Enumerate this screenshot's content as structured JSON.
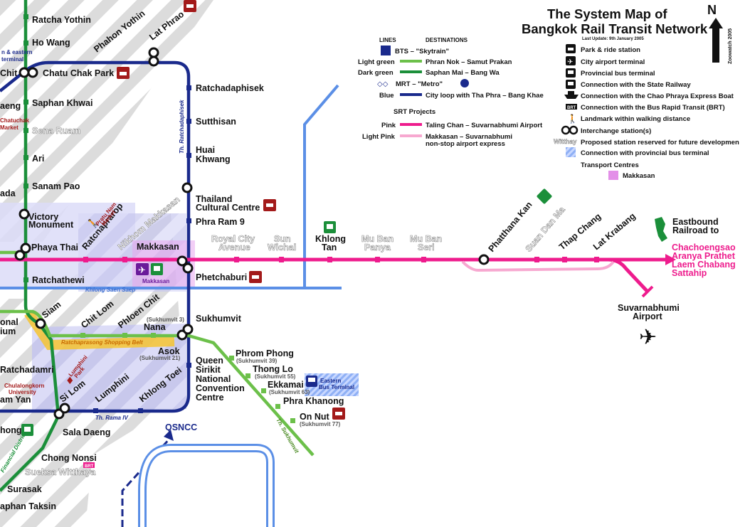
{
  "title": {
    "line1": "The System Map of",
    "line2": "Bangkok Rail Transit Network",
    "updated": "Last Update: 9th January 2005",
    "north": "N",
    "credit": "Zoowatch 2005"
  },
  "legend": {
    "lines_header": "LINES",
    "dest_header": "DESTINATIONS",
    "rows": [
      {
        "name": "BTS – \"Skytrain\"",
        "color": "",
        "dest": ""
      },
      {
        "name": "Light green",
        "color": "#6cc04a",
        "dest": "Phran Nok – Samut Prakan"
      },
      {
        "name": "Dark green",
        "color": "#1b8f3a",
        "dest": "Saphan Mai – Bang Wa"
      },
      {
        "name": "MRT – \"Metro\"",
        "color": "",
        "dest": ""
      },
      {
        "name": "Blue",
        "color": "#1a2a8c",
        "dest": "City loop with Tha Phra – Bang Khae"
      },
      {
        "name": "SRT Projects",
        "color": "",
        "dest": ""
      },
      {
        "name": "Pink",
        "color": "#ee1c8d",
        "dest": "Taling Chan – Suvarnabhumi Airport"
      },
      {
        "name": "Light Pink",
        "color": "#f7a8d0",
        "dest": "Makkasan – Suvarnabhumi"
      },
      {
        "name": "",
        "color": "",
        "dest": "non-stop airport express"
      }
    ],
    "symbols": [
      {
        "icon": "park-ride-icon",
        "label": "Park & ride station"
      },
      {
        "icon": "airplane-icon",
        "label": "City airport terminal"
      },
      {
        "icon": "bus-icon",
        "label": "Provincial bus terminal"
      },
      {
        "icon": "train-icon",
        "label": "Connection with the State Railway"
      },
      {
        "icon": "boat-icon",
        "label": "Connection with the Chao Phraya Express Boat"
      },
      {
        "icon": "brt-icon",
        "label": "Connection with the Bus Rapid Transit (BRT)"
      },
      {
        "icon": "walker-icon",
        "label": "Landmark within walking distance"
      },
      {
        "icon": "interchange-icon",
        "label": "Interchange station(s)"
      },
      {
        "icon": "future-icon",
        "label": "Proposed station reserved for future developmen"
      },
      {
        "icon": "provincial-icon",
        "label": "Connection with provincial bus terminal"
      },
      {
        "icon": "",
        "label": "Transport Centres"
      },
      {
        "icon": "makkasan-swatch",
        "label": "Makkasan"
      }
    ],
    "future_sample": "Witthay",
    "brt_badge": "BRT"
  },
  "colors": {
    "light_green": "#6cc04a",
    "dark_green": "#1b8f3a",
    "blue": "#1a2a8c",
    "pink": "#ee1c8d",
    "light_pink": "#f7a8d0",
    "khlong": "#5b8fe6",
    "red_icon": "#a31a1a"
  },
  "stations": {
    "ratcha_yothin": "Ratcha Yothin",
    "ho_wang": "Ho Wang",
    "phahon_yothin": "Phahon Yothin",
    "lat_phrao": "Lat Phrao",
    "chit": "Chit",
    "chatuchak": "Chatu Chak Park",
    "saphan_khwai": "Saphan Khwai",
    "sena_ruam": "Sena Ruam",
    "ari": "Ari",
    "sanam_pao": "Sanam Pao",
    "victory1": "Victory",
    "victory2": "Monument",
    "phaya_thai": "Phaya Thai",
    "ratchathewi": "Ratchathewi",
    "siam": "Siam",
    "chit_lom": "Chit Lom",
    "phloen_chit": "Phloen Chit",
    "nana": "Nana",
    "asok": "Asok",
    "ratchadamri": "Ratchadamri",
    "si_lom": "Si Lom",
    "lumphini": "Lumphini",
    "khlong_toei": "Khlong Toei",
    "sala_daeng": "Sala Daeng",
    "chong_nonsi": "Chong Nonsi",
    "sueksa": "Sueksa Witthaya",
    "surasak": "Surasak",
    "saphan_taksin": "aphan Taksin",
    "ratchadaphisek": "Ratchadaphisek",
    "sutthisan": "Sutthisan",
    "huai1": "Huai",
    "huai2": "Khwang",
    "thailand1": "Thailand",
    "thailand2": "Cultural Centre",
    "phra_ram9": "Phra Ram 9",
    "makkasan": "Makkasan",
    "phetchaburi": "Phetchaburi",
    "sukhumvit": "Sukhumvit",
    "queen1": "Queen",
    "queen2": "Sirikit",
    "queen3": "National",
    "queen4": "Convention",
    "queen5": "Centre",
    "ratcnaprarop": "Ratcnaprarop",
    "nikhom": "Nikhom Makkasan",
    "royal1": "Royal City",
    "royal2": "Avenue",
    "sun1": "Sun",
    "sun2": "Wichai",
    "khlong_tan1": "Khlong",
    "khlong_tan2": "Tan",
    "mu_ban1_1": "Mu Ban",
    "mu_ban1_2": "Panya",
    "mu_ban2_1": "Mu Ban",
    "mu_ban2_2": "Seri",
    "phatthana": "Phatthana Kan",
    "suan_dan": "Suan Dan Ma",
    "thap_chang": "Thap Chang",
    "lat_krabang": "Lat Krabang",
    "phrom_phong": "Phrom Phong",
    "thong_lo": "Thong Lo",
    "ekkamai": "Ekkamai",
    "phra_khanong": "Phra Khanong",
    "on_nut": "On Nut",
    "suvarnabhumi1": "Suvarnabhumi",
    "suvarnabhumi2": "Airport",
    "qsncc": "QSNCC",
    "eastbound1": "Eastbound",
    "eastbound2": "Railroad to",
    "dest1": "Chachoengsao",
    "dest2": "Aranya Prathet",
    "dest3": "Laem Chabang",
    "dest4": "Sattahip",
    "left_aeng": "aeng",
    "left_ada": "ada",
    "left_onal": "onal",
    "left_ium": "ium",
    "left_amyan": "am Yan",
    "left_hong": "hong",
    "left_market": "Market",
    "left_eastern": "n & eastern",
    "left_terminal": "terminal"
  },
  "small_labels": {
    "sukhumvit3": "(Sukhumvit 3)",
    "sukhumvit21": "(Sukhumvit 21)",
    "sukhumvit39": "(Sukhumvit 39)",
    "sukhumvit55": "(Sukhumvit 55)",
    "sukhumvit63": "(Sukhumvit 63)",
    "sukhumvit77": "(Sukhumvit 77)",
    "pratu1": "Pratu Nam",
    "pratu2": "Market",
    "chatuchak_market": "Chatuchak",
    "lumphini_park1": "Lumphini",
    "lumphini_park2": "Park",
    "chula1": "Chulalongkorn",
    "chula2": "University",
    "eastern_bus1": "Eastern",
    "eastern_bus2": "Bus Terminal",
    "makkasan_centre": "Makkasan"
  },
  "road_labels": {
    "ratchadaphisek_rd": "Th. Ratchadaphisek",
    "khlong_saen_saep": "Khlong Saen Saep",
    "ratchaprasong": "Ratchaprasong Shopping Belt",
    "rama4": "Th. Rama IV",
    "sukhumvit_rd": "Th. Sukhumvit",
    "financial": "Financial District"
  },
  "badges": {
    "brt": "BRT"
  }
}
